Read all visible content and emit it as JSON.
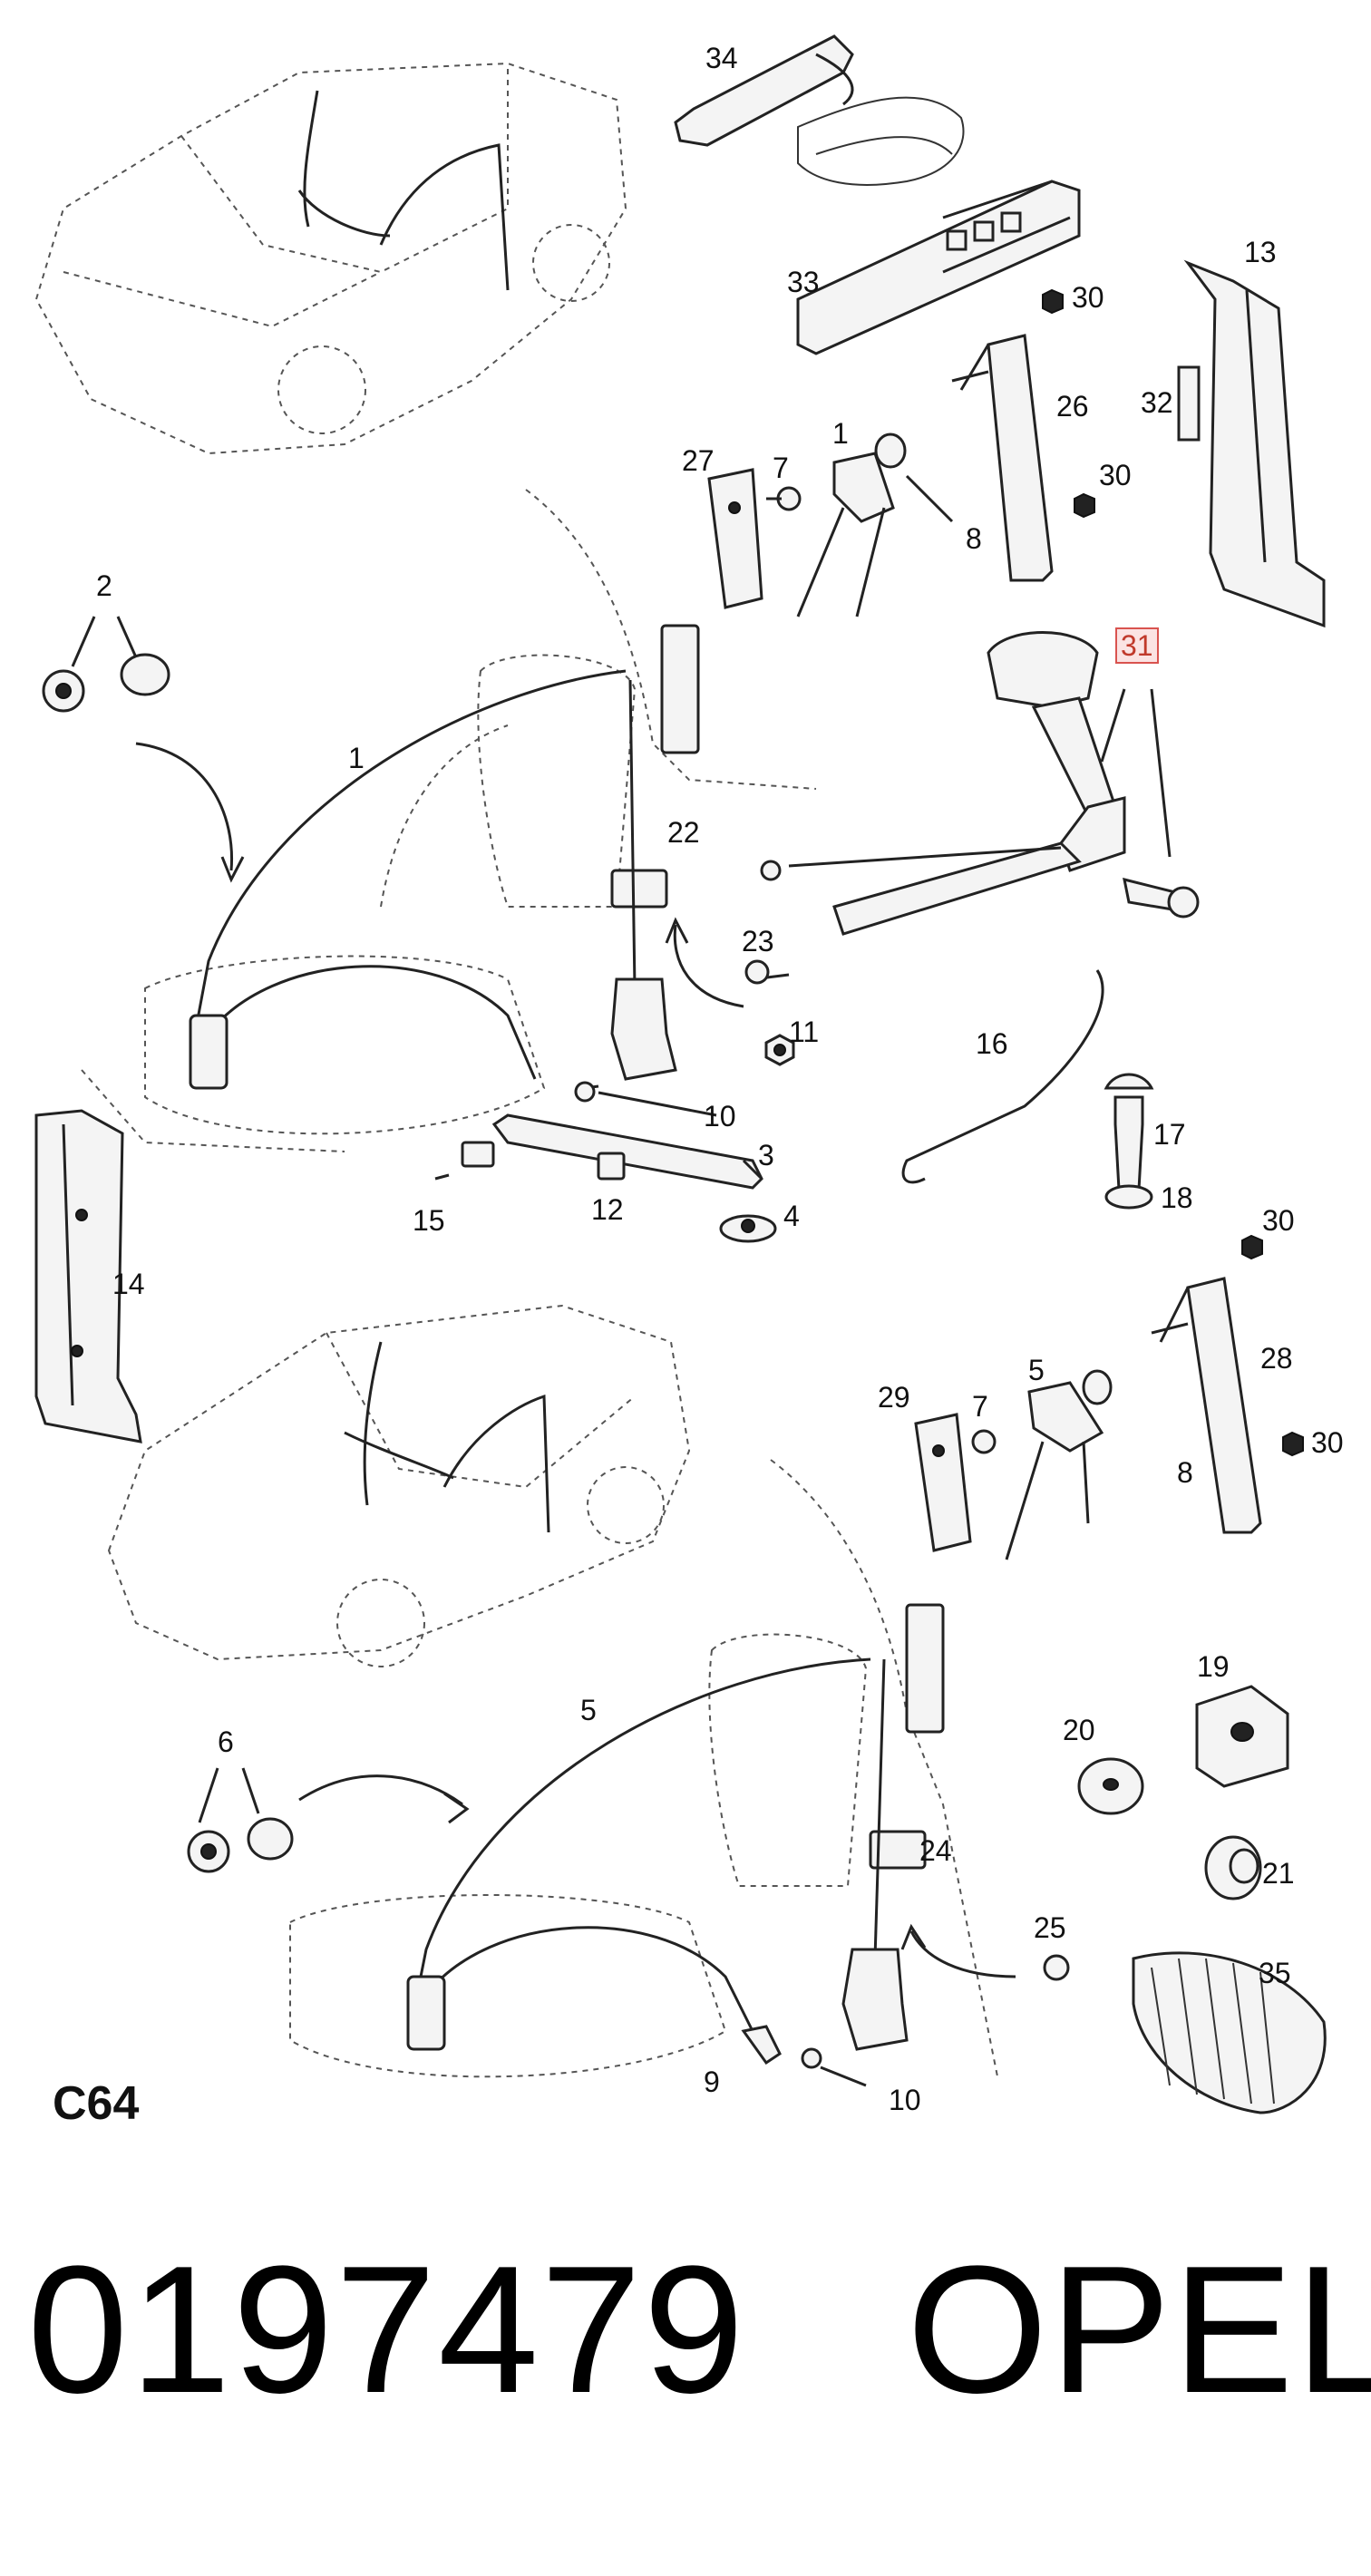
{
  "labels": {
    "l1a": "1",
    "l1b": "1",
    "l2": "2",
    "l3": "3",
    "l4": "4",
    "l5a": "5",
    "l5b": "5",
    "l6": "6",
    "l7a": "7",
    "l7b": "7",
    "l8a": "8",
    "l8b": "8",
    "l9": "9",
    "l10a": "10",
    "l10b": "10",
    "l11": "11",
    "l12": "12",
    "l13": "13",
    "l14": "14",
    "l15": "15",
    "l16": "16",
    "l17": "17",
    "l18": "18",
    "l19": "19",
    "l20": "20",
    "l21": "21",
    "l22": "22",
    "l23": "23",
    "l24": "24",
    "l25": "25",
    "l26": "26",
    "l27": "27",
    "l28": "28",
    "l29": "29",
    "l30a": "30",
    "l30b": "30",
    "l30c": "30",
    "l30d": "30",
    "l31": "31",
    "l32": "32",
    "l33": "33",
    "l34": "34",
    "l35": "35"
  },
  "diagram_code": "C64",
  "part_number": "0197479",
  "brand": "OPEL",
  "colors": {
    "highlight_border": "#d9534f",
    "highlight_fill": "#fbe3e3",
    "ink": "#222222"
  }
}
